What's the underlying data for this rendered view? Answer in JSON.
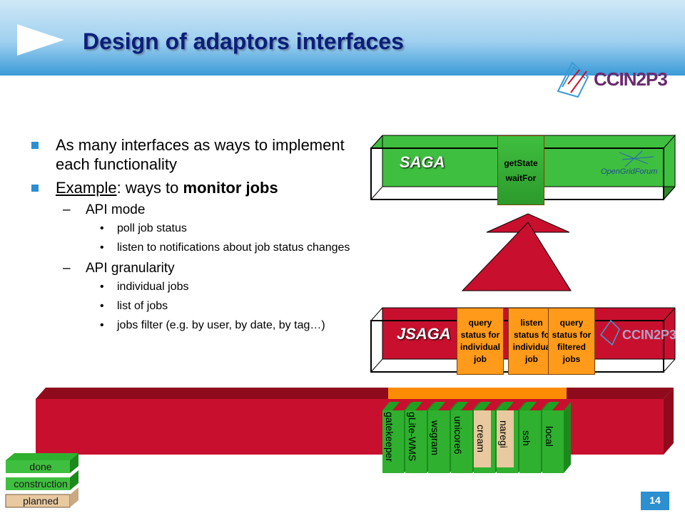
{
  "header": {
    "title": "Design of adaptors interfaces",
    "logo_text": "CCIN2P3"
  },
  "bullets": [
    {
      "level": 1,
      "text": "As many interfaces as ways to implement each functionality"
    },
    {
      "level": 1,
      "prefix": "Example",
      "middle": ": ways to ",
      "bold": "monitor jobs"
    },
    {
      "level": 2,
      "text": "API mode"
    },
    {
      "level": 3,
      "text": "poll job status"
    },
    {
      "level": 3,
      "text": "listen to notifications about job status changes"
    },
    {
      "level": 2,
      "text": "API granularity"
    },
    {
      "level": 3,
      "text": "individual jobs"
    },
    {
      "level": 3,
      "text": "list of jobs"
    },
    {
      "level": 3,
      "text": "jobs filter (e.g. by user, by date, by tag…)"
    }
  ],
  "diagram": {
    "saga_label": "SAGA",
    "saga_doc": [
      "getState",
      "waitFor"
    ],
    "ogf_logo": "OpenGridForum",
    "jsaga_label": "JSAGA",
    "jsaga_logo": "CCIN2P3",
    "docs": [
      {
        "lines": [
          "query",
          "status for",
          "individual",
          "job"
        ]
      },
      {
        "lines": [
          "listen",
          "status fo",
          "individua",
          "job"
        ]
      },
      {
        "lines": [
          "query",
          "status for",
          "filtered",
          "jobs"
        ]
      }
    ],
    "adaptors": [
      "gatekeeper",
      "gLite-WMS",
      "wsgram",
      "unicore6",
      "cream",
      "naregi",
      "ssh",
      "local"
    ]
  },
  "legend": [
    "done",
    "construction",
    "planned"
  ],
  "colors": {
    "title": "#0b1f7a",
    "bullet": "#2b8fd0",
    "red": "#c8102e",
    "green": "#2fb02f",
    "orange": "#ff8c00"
  },
  "page_number": "14"
}
